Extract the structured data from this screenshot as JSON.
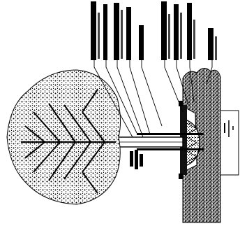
{
  "figure": {
    "orientation": "rotated-90-cw",
    "colors": {
      "ink": "#000000",
      "background": "#ffffff",
      "soil": "#6b6b6b",
      "soil_light": "#b8b8b8"
    }
  },
  "callouts": [
    {
      "id": "c1"
    },
    {
      "id": "c2"
    },
    {
      "id": "c3"
    },
    {
      "id": "c4"
    },
    {
      "id": "c5"
    },
    {
      "id": "c6"
    },
    {
      "id": "c7"
    },
    {
      "id": "c8"
    },
    {
      "id": "c9"
    }
  ]
}
